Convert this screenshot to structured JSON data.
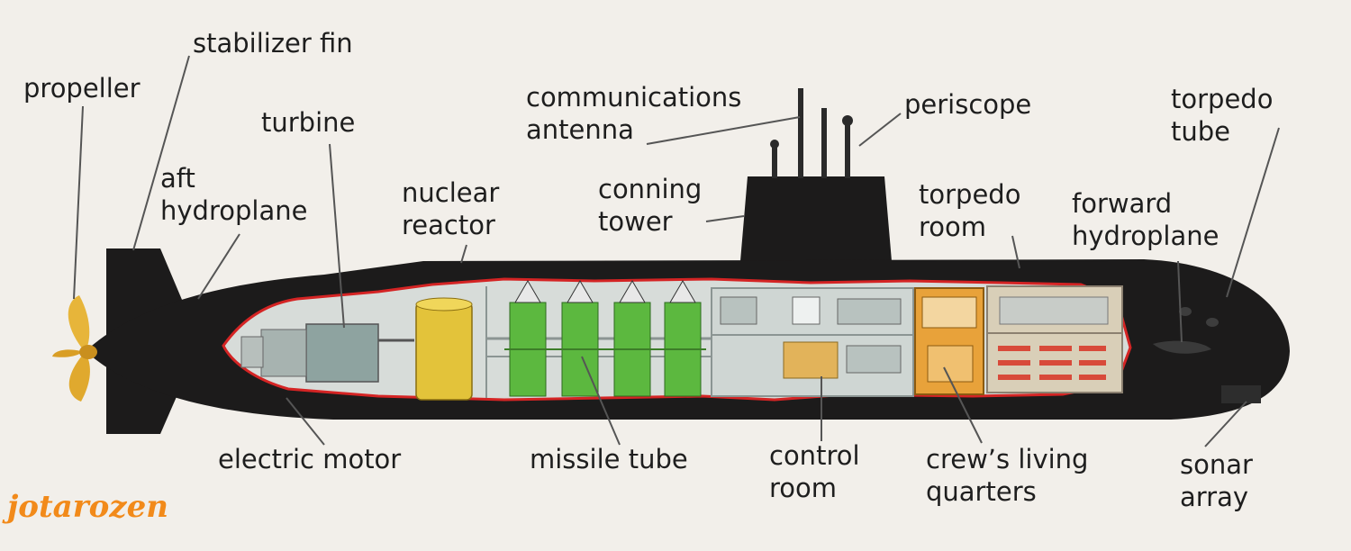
{
  "labels": {
    "stabilizer_fin": "stabilizer fin",
    "propeller": "propeller",
    "turbine": "turbine",
    "aft_hydroplane": [
      "aft",
      "hydroplane"
    ],
    "nuclear_reactor": [
      "nuclear",
      "reactor"
    ],
    "communications_antenna": [
      "communications",
      "antenna"
    ],
    "periscope": "periscope",
    "torpedo_tube": [
      "torpedo",
      "tube"
    ],
    "conning_tower": [
      "conning",
      "tower"
    ],
    "torpedo_room": [
      "torpedo",
      "room"
    ],
    "forward_hydroplane": [
      "forward",
      "hydroplane"
    ],
    "electric_motor": "electric motor",
    "missile_tube": "missile tube",
    "control_room": [
      "control",
      "room"
    ],
    "crews_living_quarters": [
      "crew’s living",
      "quarters"
    ],
    "sonar_array": [
      "sonar",
      "array"
    ]
  },
  "watermark": "jotarozen",
  "colors": {
    "hull": "#1c1b1b",
    "cutaway_outline": "#d42424",
    "reactor": "#e3c33a",
    "missile": "#5cb83f",
    "crew_quarters": "#e8a23a",
    "bunks": "#d84a3a",
    "propeller": "#e7b53a",
    "leader_lines": "#555555",
    "watermark": "#f28a1a"
  }
}
